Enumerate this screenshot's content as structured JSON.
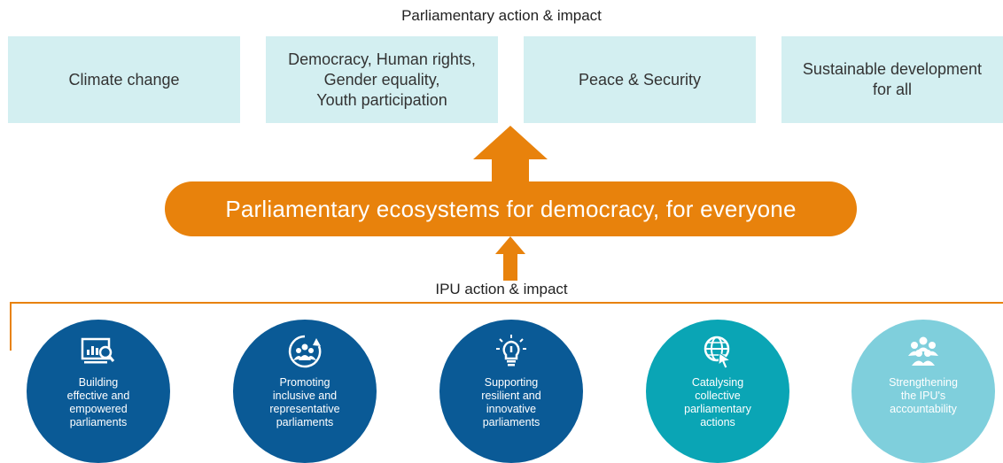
{
  "top": {
    "title": "Parliamentary action & impact",
    "boxes": [
      {
        "label": "Climate change"
      },
      {
        "label": "Democracy, Human rights,\nGender equality,\nYouth participation"
      },
      {
        "label": "Peace & Security"
      },
      {
        "label": "Sustainable development\nfor all"
      }
    ]
  },
  "center": {
    "label": "Parliamentary ecosystems for democracy, for everyone"
  },
  "bottom": {
    "title": "IPU action & impact",
    "circles": [
      {
        "label": "Building\neffective and\nempowered\nparliaments",
        "icon": "monitor-chart-magnifier-icon"
      },
      {
        "label": "Promoting\ninclusive and\nrepresentative\nparliaments",
        "icon": "group-cycle-icon"
      },
      {
        "label": "Supporting\nresilient and\ninnovative\nparliaments",
        "icon": "lightbulb-icon"
      },
      {
        "label": "Catalysing\ncollective\nparliamentary\nactions",
        "icon": "globe-cursor-icon"
      },
      {
        "label": "Strengthening\nthe IPU's\naccountability",
        "icon": "people-group-icon"
      }
    ]
  },
  "colors": {
    "box": "#d3eff1",
    "orange": "#e8820c",
    "dark_blue": "#0a5a96",
    "teal": "#0aa5b5",
    "light_teal": "#7fcfdc"
  }
}
